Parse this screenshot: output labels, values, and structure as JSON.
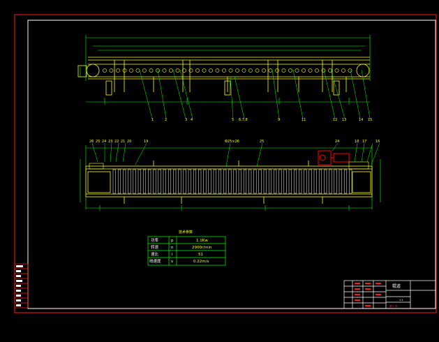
{
  "drawing": {
    "part_numbers_elevation": [
      "1",
      "2",
      "3",
      "4",
      "5",
      "6,7,8",
      "9",
      "11",
      "12",
      "13",
      "14",
      "15"
    ],
    "part_numbers_plan": [
      "26",
      "25",
      "24",
      "23",
      "22",
      "21",
      "20",
      "19",
      "18",
      "17",
      "16"
    ],
    "plan_labels": {
      "spacing": "Φ25×26",
      "top_mid": "25",
      "motor_note": "24"
    }
  },
  "spec_table": {
    "title": "技术参数",
    "rows": [
      {
        "name": "功率",
        "symbol": "p",
        "value": "1.1Kw"
      },
      {
        "name": "转速",
        "symbol": "n",
        "value": "2900r/min"
      },
      {
        "name": "速比",
        "symbol": "i",
        "value": "51"
      },
      {
        "name": "线速度",
        "symbol": "v",
        "value": "0.22m/s"
      }
    ]
  },
  "title_block": {
    "name": "辊道",
    "scale": "1:1",
    "sheet": "第 1 张"
  },
  "side_table": {
    "rows": [
      "",
      "",
      "",
      "",
      "",
      "",
      "",
      "",
      ""
    ]
  },
  "colors": {
    "frame": "#ff1a1a",
    "border": "#ffffff",
    "geometry": "#ffff00",
    "dimension": "#00ff00",
    "motor": "#ff0000"
  }
}
